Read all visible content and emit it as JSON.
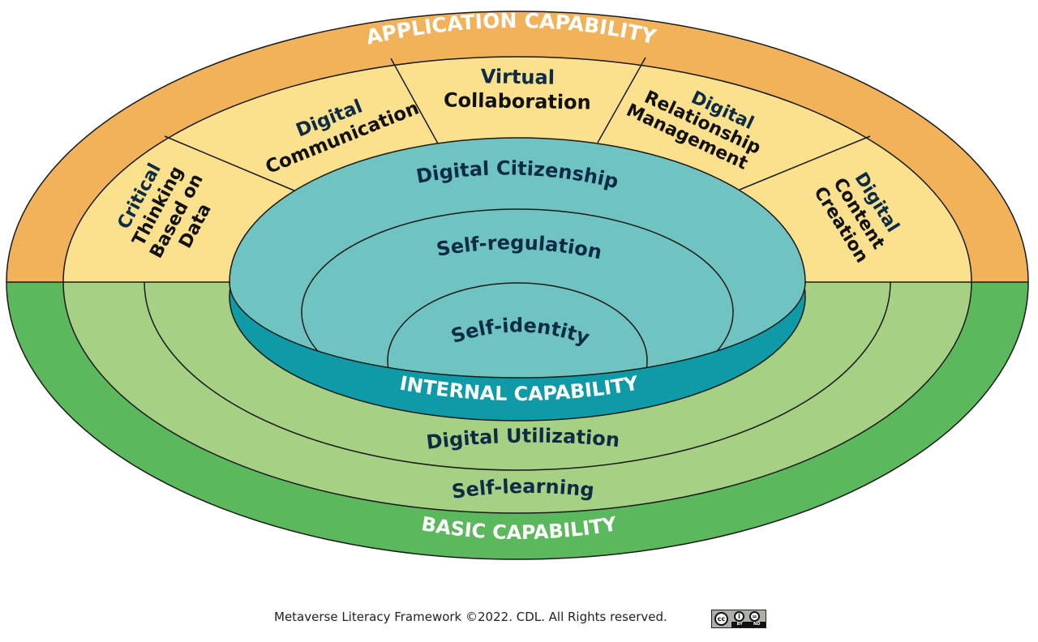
{
  "diagram": {
    "title": "Metaverse Literacy Framework",
    "layers": {
      "application": {
        "label": "APPLICATION CAPABILITY",
        "color": "#f2b25a",
        "segment_color": "#fbe08d",
        "segments": [
          {
            "lines": [
              "Critical",
              "Thinking",
              "Based on",
              "Data"
            ]
          },
          {
            "lines": [
              "Digital",
              "Communication"
            ]
          },
          {
            "lines": [
              "Virtual",
              "Collaboration"
            ]
          },
          {
            "lines": [
              "Digital",
              "Relationship",
              "Management"
            ]
          },
          {
            "lines": [
              "Digital",
              "Content",
              "Creation"
            ]
          }
        ]
      },
      "internal": {
        "label": "INTERNAL CAPABILITY",
        "color": "#6fc4c2",
        "side_color": "#0e9aa7",
        "rings": [
          "Digital Citizenship",
          "Self-regulation",
          "Self-identity"
        ]
      },
      "basic": {
        "label": "BASIC CAPABILITY",
        "color": "#5cb85c",
        "ring_color": "#a6d184",
        "rings": [
          "Digital Utilization",
          "Self-learning"
        ]
      }
    }
  },
  "footer": {
    "text": "Metaverse Literacy Framework ©2022. CDL. All Rights reserved.",
    "license_badge": {
      "icon": "creative-commons-icon",
      "cc": "cc",
      "by": "BY",
      "nd": "ND",
      "by_symbol": "i",
      "nd_symbol": "="
    }
  }
}
